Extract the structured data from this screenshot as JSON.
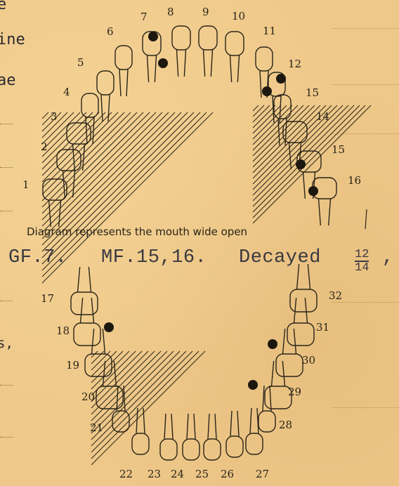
{
  "margin_fragments": [
    "e",
    "ine",
    "ae",
    "s,"
  ],
  "upper_numbers": [
    "1",
    "2",
    "3",
    "4",
    "5",
    "6",
    "7",
    "8",
    "9",
    "10",
    "11",
    "12",
    "15",
    "14",
    "15",
    "16"
  ],
  "caption": "Diagram represents the mouth wide open",
  "typed_note": {
    "gf": "GF.7.",
    "mf": "MF.15,16.",
    "decayed": "Decayed",
    "frac_top": "12",
    "frac_bottom": "14",
    "trailing": ","
  },
  "lower_numbers": [
    "17",
    "18",
    "19",
    "20",
    "21",
    "22",
    "23",
    "24",
    "25",
    "26",
    "27",
    "28",
    "29",
    "30",
    "31",
    "32"
  ],
  "colors": {
    "paper": "#eec889",
    "ink": "#2a2418",
    "typewriter": "#3a3840"
  }
}
